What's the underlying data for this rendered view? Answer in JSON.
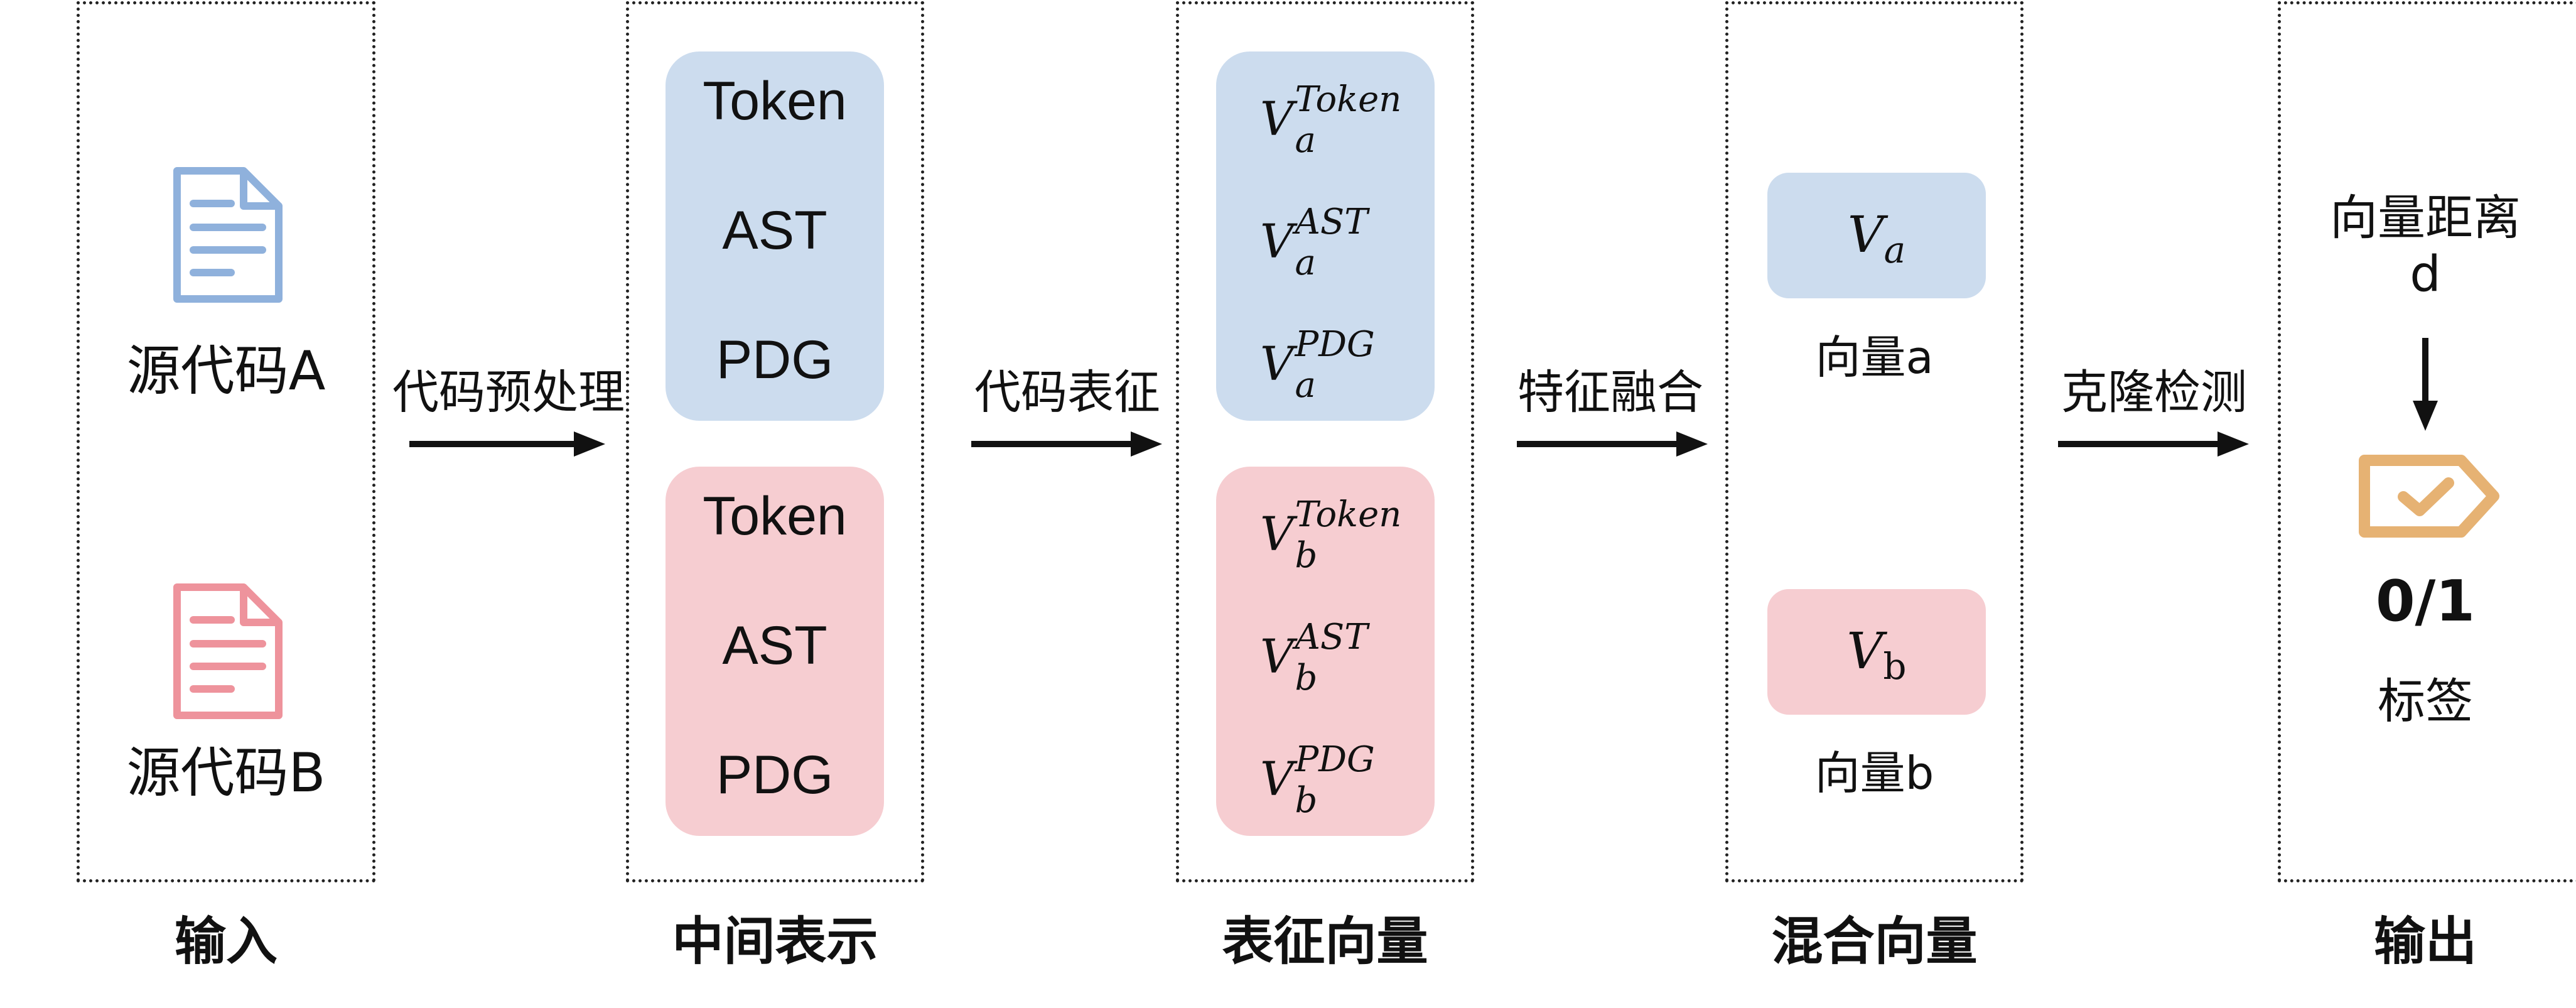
{
  "colors": {
    "blue_box": "#ccdcee",
    "pink_box": "#f6cdd1",
    "doc_blue": "#8fb1dc",
    "doc_pink": "#ee939c",
    "tag": "#e6b273"
  },
  "stages": {
    "input": {
      "caption": "输入",
      "source_a": "源代码A",
      "source_b": "源代码B",
      "icon_a": "document-icon",
      "icon_b": "document-icon"
    },
    "intermediate": {
      "caption": "中间表示",
      "group_a": [
        "Token",
        "AST",
        "PDG"
      ],
      "group_b": [
        "Token",
        "AST",
        "PDG"
      ]
    },
    "representation": {
      "caption": "表征向量",
      "base": "V",
      "sub_a": "a",
      "sub_b": "b",
      "supers": [
        "Token",
        "AST",
        "PDG"
      ]
    },
    "fusion": {
      "caption": "混合向量",
      "vector_a": {
        "base": "V",
        "sub": "a",
        "label": "向量a"
      },
      "vector_b": {
        "base": "V",
        "sub": "b",
        "label": "向量b"
      }
    },
    "output": {
      "caption": "输出",
      "distance_label": "向量距离",
      "distance_symbol": "d",
      "icon": "tag-icon",
      "result": "0/1",
      "result_label": "标签"
    }
  },
  "arrows": {
    "preprocess": "代码预处理",
    "represent": "代码表征",
    "fuse": "特征融合",
    "detect": "克隆检测"
  }
}
